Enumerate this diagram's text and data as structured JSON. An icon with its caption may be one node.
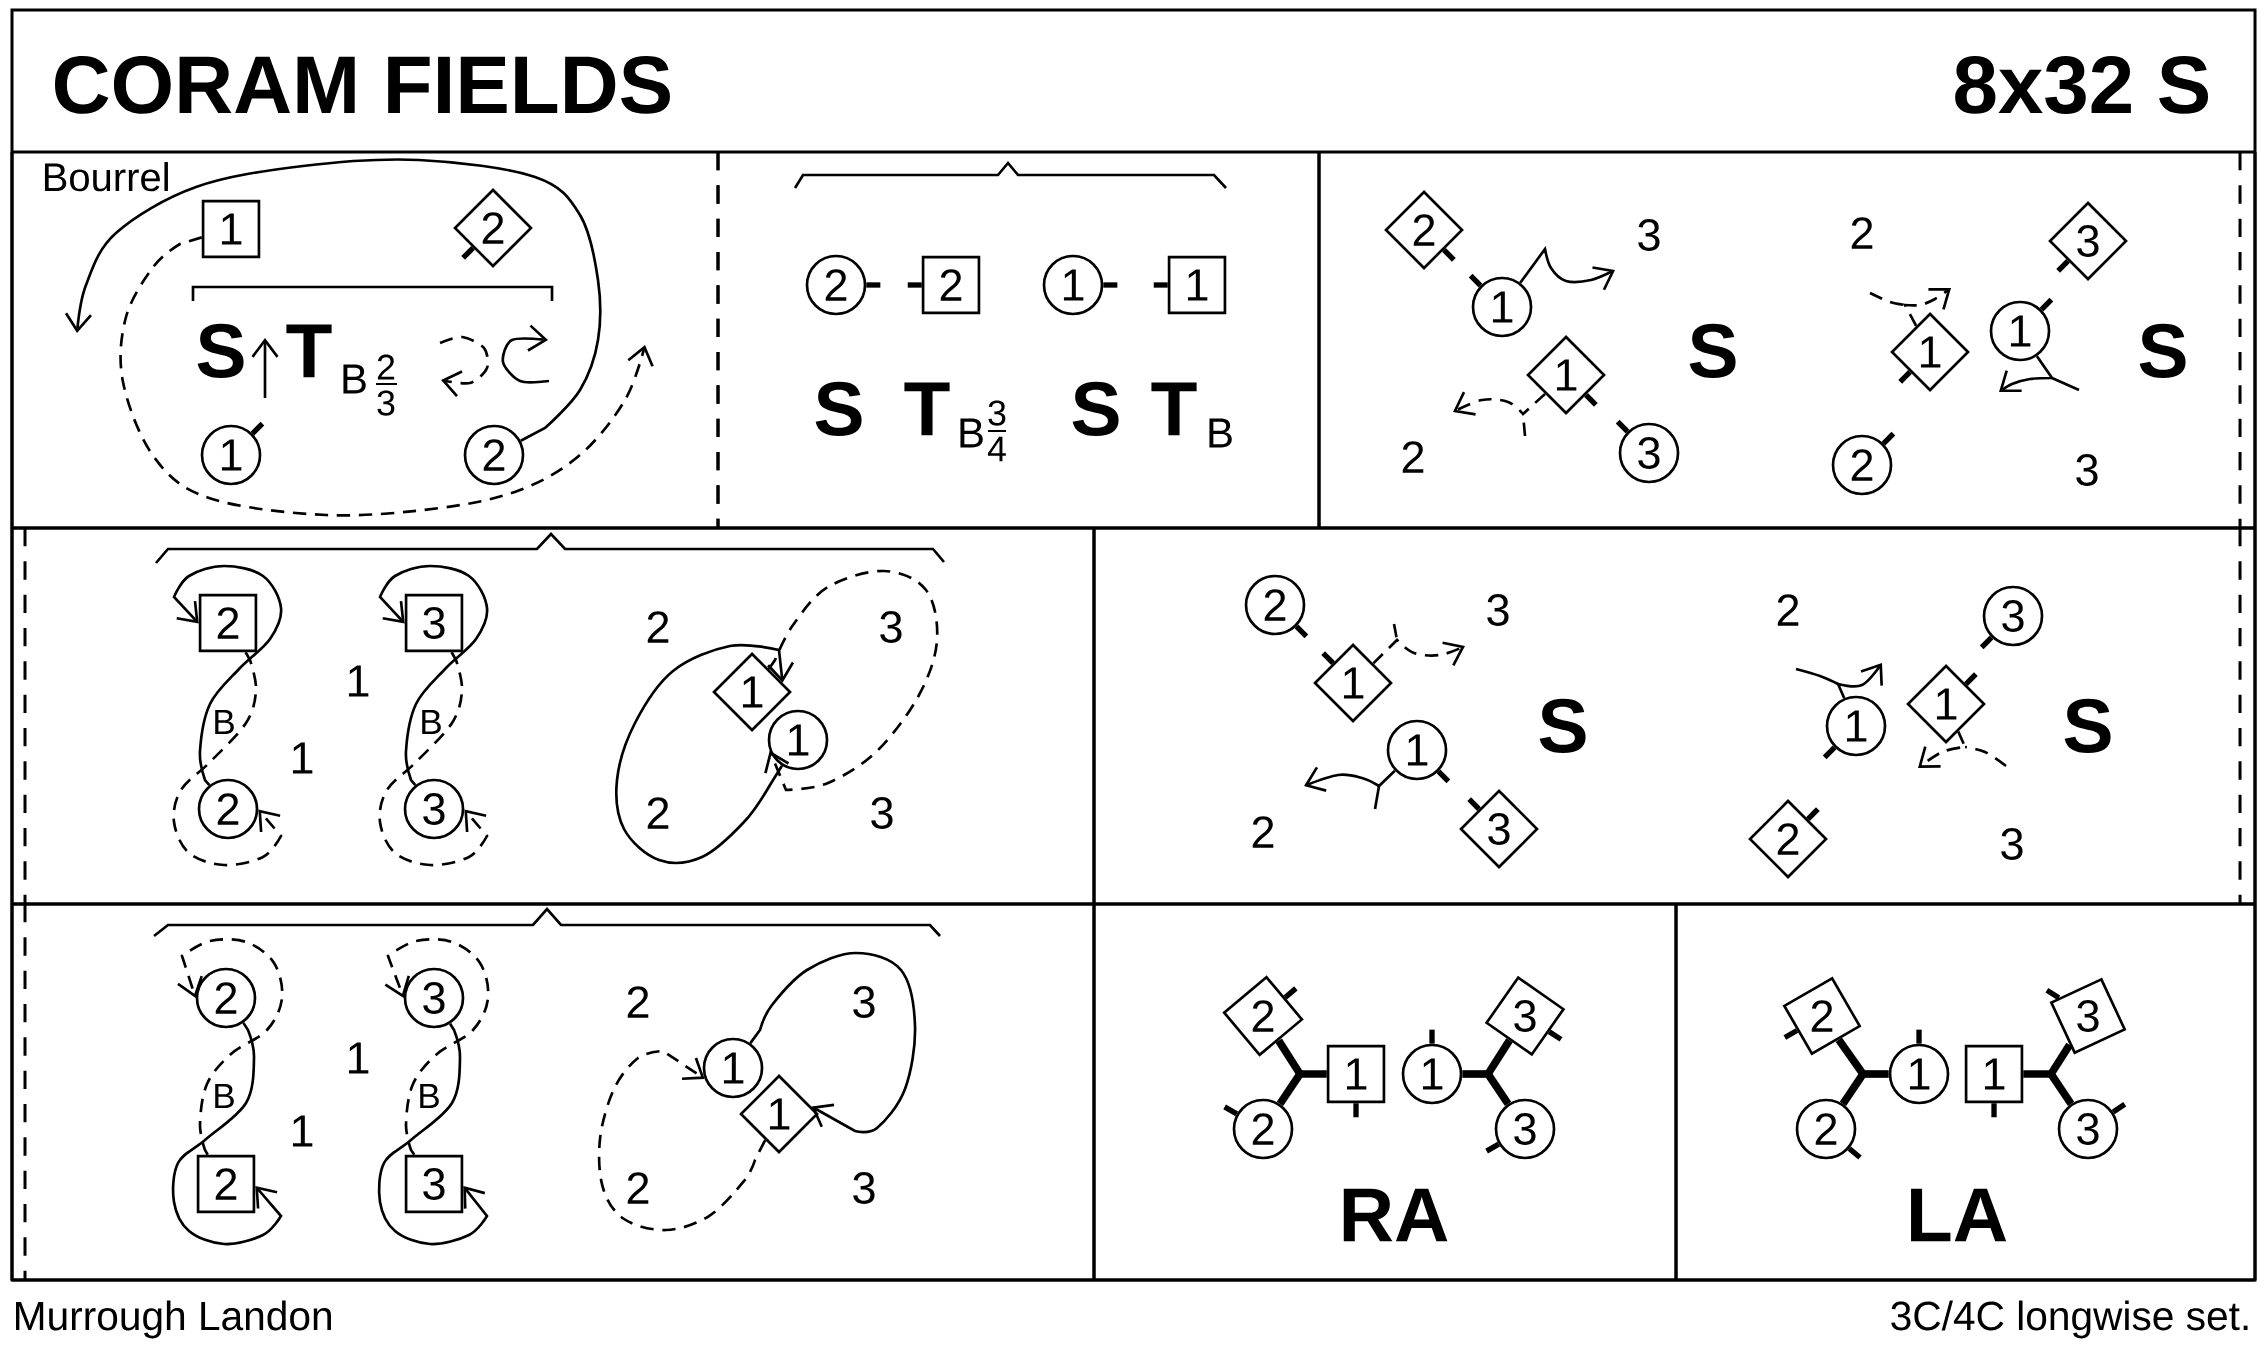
{
  "diagram": {
    "title": "CORAM FIELDS",
    "nodes": [
      {
        "text": [
          "Bourrel",
          "S",
          "T",
          "B",
          "2",
          "3"
        ]
      },
      {
        "text": [
          "1"
        ],
        "in": 0
      },
      {
        "text": [
          "2"
        ],
        "in": 0
      },
      {
        "text": [
          "1"
        ],
        "in": 0
      },
      {
        "text": [
          "2"
        ],
        "in": 0
      },
      {
        "text": [
          "S",
          "T",
          "B",
          "3",
          "4",
          "S",
          "T",
          "B"
        ]
      },
      {
        "text": [
          "2"
        ],
        "in": 5
      },
      {
        "text": [
          "2"
        ],
        "in": 5
      },
      {
        "text": [
          "1"
        ],
        "in": 5
      },
      {
        "text": [
          "1"
        ],
        "in": 5
      },
      {
        "text": [
          "3",
          "S",
          "2",
          "2",
          "S",
          "3"
        ]
      },
      {
        "text": [
          "2"
        ],
        "in": 10
      },
      {
        "text": [
          "1"
        ],
        "in": 10
      },
      {
        "text": [
          "1"
        ],
        "in": 10
      },
      {
        "text": [
          "3"
        ],
        "in": 10
      },
      {
        "text": [
          "3"
        ],
        "in": 10
      },
      {
        "text": [
          "1"
        ],
        "in": 10
      },
      {
        "text": [
          "1"
        ],
        "in": 10
      },
      {
        "text": [
          "2"
        ],
        "in": 10
      },
      {
        "text": [
          "1",
          "B",
          "B",
          "1",
          "2",
          "3",
          "2",
          "3"
        ]
      },
      {
        "text": [
          "2"
        ],
        "in": 19
      },
      {
        "text": [
          "2"
        ],
        "in": 19
      },
      {
        "text": [
          "3"
        ],
        "in": 19
      },
      {
        "text": [
          "3"
        ],
        "in": 19
      },
      {
        "text": [
          "1"
        ],
        "in": 19
      },
      {
        "text": [
          "1"
        ],
        "in": 19
      },
      {
        "text": [
          "3",
          "S",
          "2",
          "2",
          "S",
          "3"
        ]
      },
      {
        "text": [
          "2"
        ],
        "in": 26
      },
      {
        "text": [
          "1"
        ],
        "in": 26
      },
      {
        "text": [
          "1"
        ],
        "in": 26
      },
      {
        "text": [
          "3"
        ],
        "in": 26
      },
      {
        "text": [
          "3"
        ],
        "in": 26
      },
      {
        "text": [
          "1"
        ],
        "in": 26
      },
      {
        "text": [
          "1"
        ],
        "in": 26
      },
      {
        "text": [
          "2"
        ],
        "in": 26
      },
      {
        "text": [
          "1",
          "B",
          "B",
          "1",
          "2",
          "3",
          "2",
          "3"
        ]
      },
      {
        "text": [
          "2"
        ],
        "in": 35
      },
      {
        "text": [
          "2"
        ],
        "in": 35
      },
      {
        "text": [
          "3"
        ],
        "in": 35
      },
      {
        "text": [
          "3"
        ],
        "in": 35
      },
      {
        "text": [
          "1"
        ],
        "in": 35
      },
      {
        "text": [
          "1"
        ],
        "in": 35
      },
      {
        "text": [
          "RA"
        ]
      },
      {
        "text": [
          "2"
        ],
        "in": 42
      },
      {
        "text": [
          "2"
        ],
        "in": 42
      },
      {
        "text": [
          "1"
        ],
        "in": 42
      },
      {
        "text": [
          "1"
        ],
        "in": 42
      },
      {
        "text": [
          "3"
        ],
        "in": 42
      },
      {
        "text": [
          "3"
        ],
        "in": 42
      },
      {
        "text": [
          "LA"
        ]
      },
      {
        "text": [
          "2"
        ],
        "in": 49
      },
      {
        "text": [
          "2"
        ],
        "in": 49
      },
      {
        "text": [
          "1"
        ],
        "in": 49
      },
      {
        "text": [
          "1"
        ],
        "in": 49
      },
      {
        "text": [
          "3"
        ],
        "in": 49
      },
      {
        "text": [
          "3"
        ],
        "in": 49
      }
    ],
    "edges": [
      {
        "from": 1,
        "to": null,
        "arrow": "to",
        "style": "dashed"
      },
      {
        "from": 4,
        "to": null,
        "arrow": "to"
      },
      {
        "from": 12,
        "to": null,
        "arrow": "to"
      },
      {
        "from": 13,
        "to": null,
        "arrow": "to",
        "style": "dashed"
      },
      {
        "from": 17,
        "to": null,
        "arrow": "to",
        "style": "dashed"
      },
      {
        "from": 16,
        "to": null,
        "arrow": "to"
      },
      {
        "from": 21,
        "to": 20,
        "arrow": "to"
      },
      {
        "from": 20,
        "to": 21,
        "arrow": "to",
        "style": "dashed"
      },
      {
        "from": 23,
        "to": 22,
        "arrow": "to"
      },
      {
        "from": 22,
        "to": 23,
        "arrow": "to",
        "style": "dashed"
      },
      {
        "from": 25,
        "to": 24,
        "arrow": "to"
      },
      {
        "from": 24,
        "to": 25,
        "arrow": "to",
        "style": "dashed"
      },
      {
        "from": 28,
        "to": null,
        "arrow": "to",
        "style": "dashed"
      },
      {
        "from": 29,
        "to": null,
        "arrow": "to"
      },
      {
        "from": 32,
        "to": null,
        "arrow": "to"
      },
      {
        "from": 33,
        "to": null,
        "arrow": "to",
        "style": "dashed"
      },
      {
        "from": 37,
        "to": 36,
        "arrow": "to",
        "style": "dashed"
      },
      {
        "from": 36,
        "to": 37,
        "arrow": "to"
      },
      {
        "from": 39,
        "to": 38,
        "arrow": "to",
        "style": "dashed"
      },
      {
        "from": 38,
        "to": 39,
        "arrow": "to"
      },
      {
        "from": 40,
        "to": 41,
        "arrow": "to"
      },
      {
        "from": 41,
        "to": 40,
        "arrow": "to",
        "style": "dashed"
      },
      {
        "from": 43,
        "to": 45,
        "arrow": "none",
        "style": "thick"
      },
      {
        "from": 44,
        "to": 45,
        "arrow": "none",
        "style": "thick"
      },
      {
        "from": 46,
        "to": 47,
        "arrow": "none",
        "style": "thick"
      },
      {
        "from": 46,
        "to": 48,
        "arrow": "none",
        "style": "thick"
      },
      {
        "from": 50,
        "to": 52,
        "arrow": "none",
        "style": "thick"
      },
      {
        "from": 51,
        "to": 52,
        "arrow": "none",
        "style": "thick"
      },
      {
        "from": 53,
        "to": 54,
        "arrow": "none",
        "style": "thick"
      },
      {
        "from": 53,
        "to": 55,
        "arrow": "none",
        "style": "thick"
      }
    ],
    "labels": [
      "8x32 S",
      "Murrough Landon",
      "3C/4C longwise set."
    ]
  }
}
